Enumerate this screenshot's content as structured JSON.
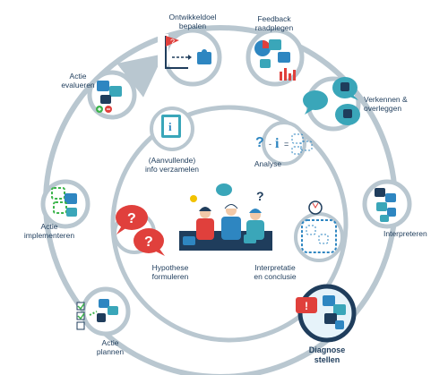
{
  "colors": {
    "ring": "#b9c7d0",
    "node_stroke": "#b9c7d0",
    "dark_navy": "#1f3d5c",
    "puzzle_blue": "#2e86c1",
    "teal": "#3aa6b9",
    "red": "#e0403c",
    "green": "#3cb44b",
    "light_blue_bg": "#e6f3fa"
  },
  "outer_cycle": {
    "steps": [
      {
        "id": "ontwikkeldoel",
        "lines": [
          "Ontwikkeldoel",
          "bepalen"
        ],
        "icon": "flag-puzzle-icon"
      },
      {
        "id": "feedback",
        "lines": [
          "Feedback",
          "raadplegen"
        ],
        "icon": "chart-puzzle-icon"
      },
      {
        "id": "verkennen",
        "lines": [
          "Verkennen &",
          "overleggen"
        ],
        "icon": "speech-bubbles-puzzle-icon"
      },
      {
        "id": "interpreteren",
        "lines": [
          "Interpreteren"
        ],
        "icon": "puzzle-icon"
      },
      {
        "id": "diagnose",
        "lines": [
          "Diagnose",
          "stellen"
        ],
        "icon": "warning-puzzle-icon"
      },
      {
        "id": "plannen",
        "lines": [
          "Actie",
          "plannen"
        ],
        "icon": "checklist-puzzle-icon"
      },
      {
        "id": "implementeren",
        "lines": [
          "Actie",
          "implementeren"
        ],
        "icon": "dashed-puzzle-icon"
      },
      {
        "id": "evalueren",
        "lines": [
          "Actie",
          "evalueren"
        ],
        "icon": "plus-minus-puzzle-icon"
      }
    ]
  },
  "inner_cycle": {
    "steps": [
      {
        "id": "info",
        "lines": [
          "(Aanvullende)",
          "info verzamelen"
        ],
        "icon": "info-puzzle-icon"
      },
      {
        "id": "analyse",
        "lines": [
          "Analyse"
        ],
        "icon": "question-info-puzzle-icon"
      },
      {
        "id": "interpretatie",
        "lines": [
          "Interpretatie",
          "en conclusie"
        ],
        "icon": "lightbulb-puzzle-icon"
      },
      {
        "id": "hypothese",
        "lines": [
          "Hypothese",
          "formuleren"
        ],
        "icon": "question-bubbles-icon"
      }
    ],
    "center_icon": "team-thinking-illustration"
  }
}
